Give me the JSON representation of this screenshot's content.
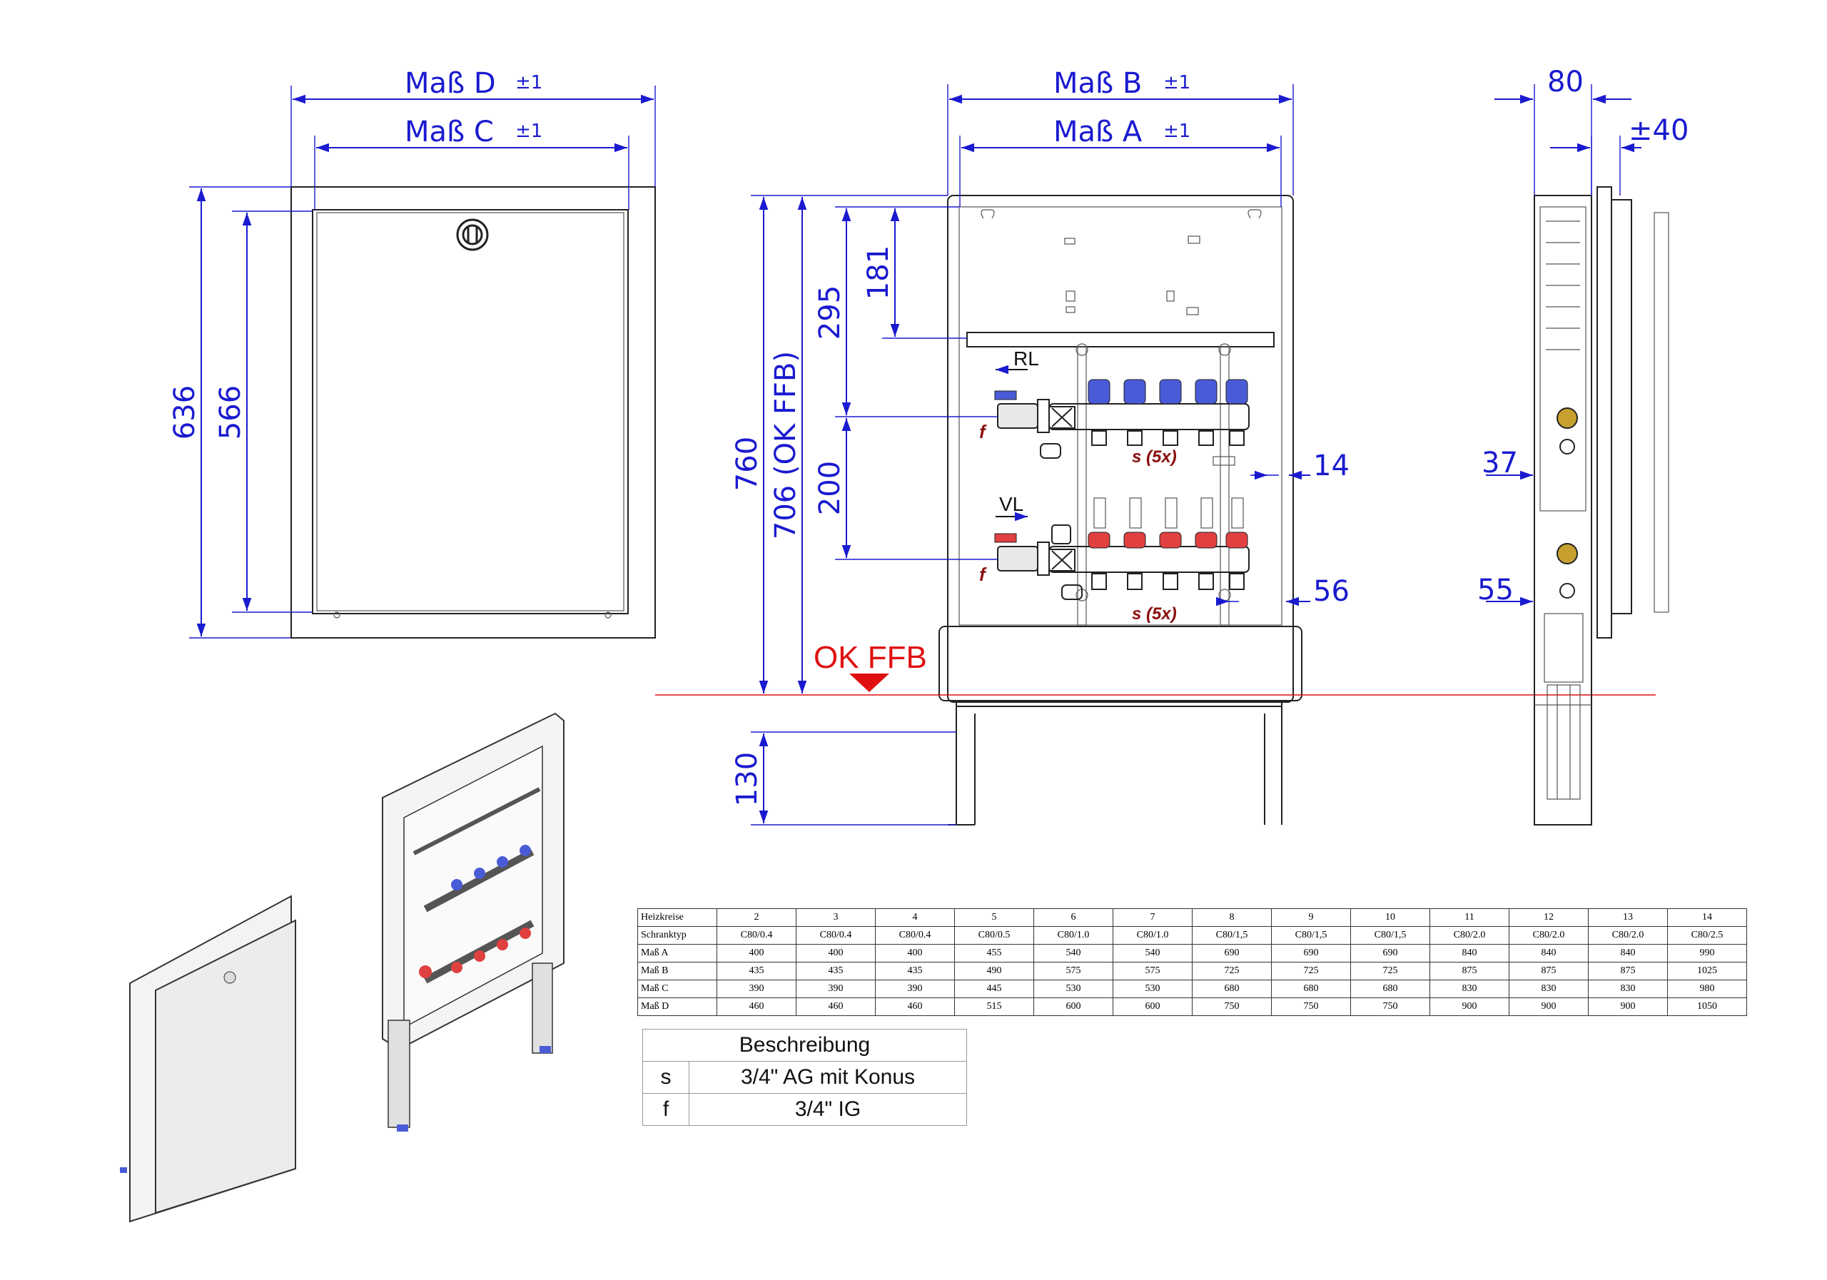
{
  "front_view": {
    "dim_d": "Maß D",
    "dim_c": "Maß C",
    "tolerance": "±1",
    "height_outer": "636",
    "height_inner": "566"
  },
  "middle_view": {
    "dim_b": "Maß B",
    "dim_a": "Maß A",
    "tolerance": "±1",
    "h_181": "181",
    "h_295": "295",
    "h_200": "200",
    "h_760": "760",
    "h_706": "706 (OK FFB)",
    "h_130": "130",
    "w_14": "14",
    "w_56": "56",
    "rl_label": "RL",
    "vl_label": "VL",
    "f_label": "f",
    "s_label": "s (5x)",
    "ok_ffb": "OK FFB"
  },
  "side_view": {
    "w_80": "80",
    "w_40": "±40",
    "w_37": "37",
    "w_55": "55"
  },
  "spec_table": {
    "header": [
      "Heizkreise",
      "2",
      "3",
      "4",
      "5",
      "6",
      "7",
      "8",
      "9",
      "10",
      "11",
      "12",
      "13",
      "14"
    ],
    "rows": [
      [
        "Schranktyp",
        "C80/0.4",
        "C80/0.4",
        "C80/0.4",
        "C80/0.5",
        "C80/1.0",
        "C80/1.0",
        "C80/1,5",
        "C80/1,5",
        "C80/1,5",
        "C80/2.0",
        "C80/2.0",
        "C80/2.0",
        "C80/2.5"
      ],
      [
        "Maß A",
        "400",
        "400",
        "400",
        "455",
        "540",
        "540",
        "690",
        "690",
        "690",
        "840",
        "840",
        "840",
        "990"
      ],
      [
        "Maß B",
        "435",
        "435",
        "435",
        "490",
        "575",
        "575",
        "725",
        "725",
        "725",
        "875",
        "875",
        "875",
        "1025"
      ],
      [
        "Maß C",
        "390",
        "390",
        "390",
        "445",
        "530",
        "530",
        "680",
        "680",
        "680",
        "830",
        "830",
        "830",
        "980"
      ],
      [
        "Maß D",
        "460",
        "460",
        "460",
        "515",
        "600",
        "600",
        "750",
        "750",
        "750",
        "900",
        "900",
        "900",
        "1050"
      ]
    ]
  },
  "desc_table": {
    "title": "Beschreibung",
    "rows": [
      {
        "key": "s",
        "value": "3/4\" AG mit Konus"
      },
      {
        "key": "f",
        "value": "3/4\" IG"
      }
    ]
  },
  "colors": {
    "dimension": "#1a1ad0",
    "floor_line": "#e01010",
    "supply_valves": "#e04040",
    "return_valves": "#4a5bd8"
  }
}
